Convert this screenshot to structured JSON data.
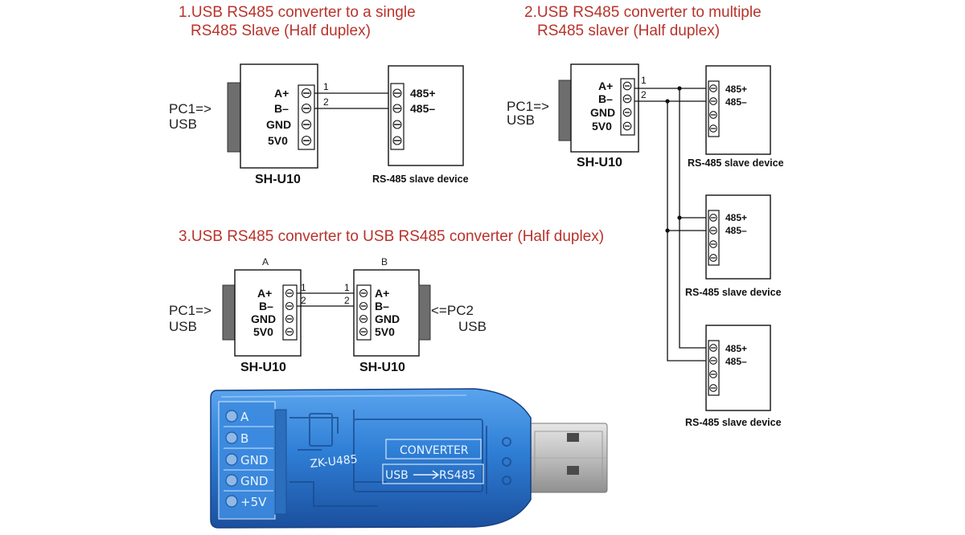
{
  "diagram1": {
    "title_line1": "1.USB RS485 converter to a single",
    "title_line2": "RS485 Slave (Half duplex)",
    "pc": "PC1=>",
    "pc_port": "USB",
    "converter_pins": [
      "A+",
      "B–",
      "GND",
      "5V0"
    ],
    "converter_model": "SH-U10",
    "wire_numbers": [
      "1",
      "2"
    ],
    "slave_pins": [
      "485+",
      "485–"
    ],
    "slave_label": "RS-485 slave device"
  },
  "diagram2": {
    "title_line1": "2.USB RS485 converter to multiple",
    "title_line2": "RS485 slaver (Half duplex)",
    "pc": "PC1=>",
    "pc_port": "USB",
    "converter_pins": [
      "A+",
      "B–",
      "GND",
      "5V0"
    ],
    "converter_model": "SH-U10",
    "wire_numbers": [
      "1",
      "2"
    ],
    "slave_pins": [
      "485+",
      "485–"
    ],
    "slave_label": "RS-485 slave device"
  },
  "diagram3": {
    "title": "3.USB RS485 converter to USB  RS485 converter (Half duplex)",
    "label_a": "A",
    "label_b": "B",
    "pc1": "PC1=>",
    "pc1_port": "USB",
    "pc2": "<=PC2",
    "pc2_port": "USB",
    "converter_pins": [
      "A+",
      "B–",
      "GND",
      "5V0"
    ],
    "wire_numbers": [
      "1",
      "2"
    ],
    "model_a": "SH-U10",
    "model_b": "SH-U10"
  },
  "device": {
    "terminals": [
      "A",
      "B",
      "GND",
      "GND",
      "+5V"
    ],
    "board_name": "ZK-U485",
    "converter": "CONVERTER",
    "usb": "USB",
    "rs485": "RS485",
    "colors": {
      "body": "#2f7fd6",
      "body_dark": "#1b4f9e",
      "plug": "#c9c9c9"
    }
  }
}
